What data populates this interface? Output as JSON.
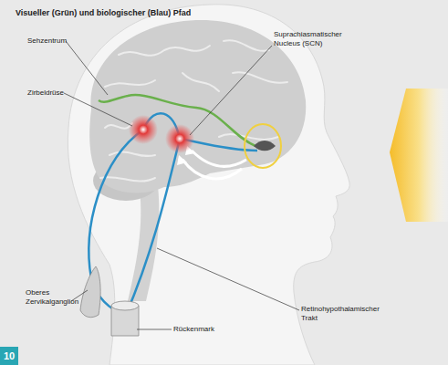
{
  "diagram": {
    "title": "Visueller (Grün) und biologischer (Blau) Pfad",
    "nodes": [
      {
        "text": [
          "10"
        ]
      }
    ],
    "edges": [],
    "labels": [
      "Sehzentrum",
      "Zirbeldrüse",
      "Suprachiasmatischer Nucleus (SCN)",
      "Oberes Zervikalganglion",
      "Retinohypothalamischer Trakt",
      "Rückenmark"
    ]
  }
}
